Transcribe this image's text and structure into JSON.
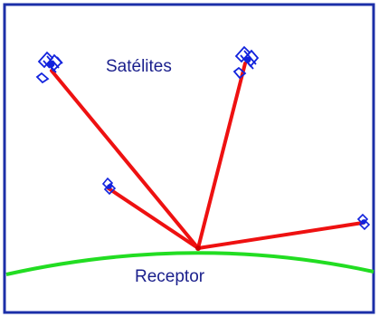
{
  "diagram": {
    "satellites_label": "Satélites",
    "receiver_label": "Receptor",
    "satellite_count": 4
  },
  "colors": {
    "background": "#ffffff",
    "frame": "#1c2fa8",
    "signal_line": "#ee1111",
    "earth_curve": "#22dd22",
    "satellite": "#1122dd",
    "text": "#1a1f8c",
    "receiver": "#cc0000"
  }
}
